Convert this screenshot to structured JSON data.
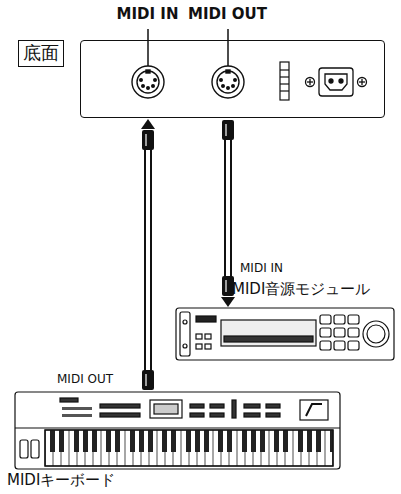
{
  "diagram": {
    "nodes": [
      {
        "text": [
          "底面"
        ]
      },
      {
        "text": [
          "MIDI IN",
          "MIDI OUT"
        ]
      },
      {
        "text": [
          "MIDI IN",
          "MIDI音源モジュール"
        ]
      },
      {
        "text": [
          "MIDI OUT",
          "MIDIキーボード"
        ]
      }
    ],
    "edges": [
      {
        "from": 3,
        "to": 1,
        "arrow": "to"
      },
      {
        "from": 1,
        "to": 2,
        "arrow": "to"
      }
    ]
  }
}
